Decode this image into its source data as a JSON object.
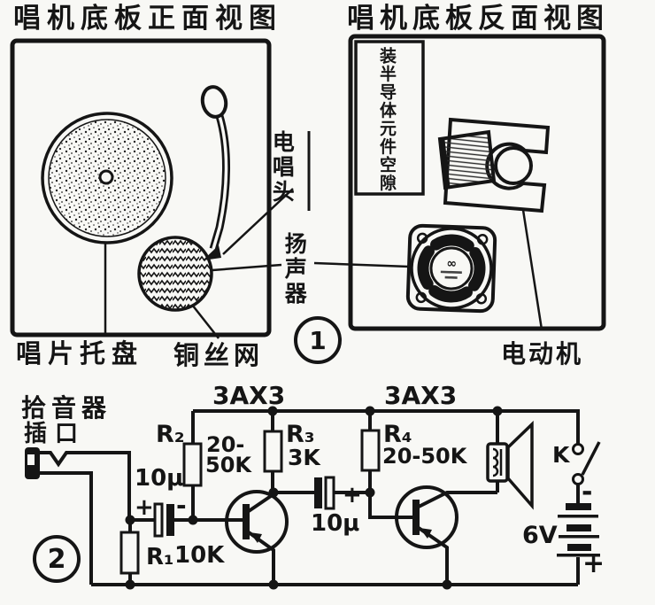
{
  "ink": "#151515",
  "paper": "#f8f8f5",
  "front_view": {
    "title": "唱机底板正面视图",
    "cartridge_label": "电唱头",
    "speaker_label": "扬声器",
    "record_tray_label": "唱片托盘",
    "copper_mesh_label": "铜丝网"
  },
  "back_view": {
    "title": "唱机底板反面视图",
    "vertical_note": "装半导体元件空隙",
    "motor_label": "电动机",
    "speaker_logo": "∞"
  },
  "figure_numbers": {
    "fig1": "1",
    "fig2": "2"
  },
  "circuit": {
    "input_label_line1": "拾音器",
    "input_label_line2": "插口",
    "transistor_type_1": "3AX3",
    "transistor_type_2": "3AX3",
    "r1": {
      "name": "R₁",
      "value": "10K"
    },
    "r2": {
      "name": "R₂",
      "value_line1": "20-",
      "value_line2": "50K"
    },
    "r3": {
      "name": "R₃",
      "value": "3K"
    },
    "r4": {
      "name": "R₄",
      "value": "20-50K"
    },
    "c1": {
      "value": "10μ",
      "plus": "+",
      "minus": "-"
    },
    "c2": {
      "value": "10μ",
      "plus": "+"
    },
    "switch_label": "K",
    "battery": {
      "voltage": "6V",
      "minus": "-",
      "plus": "+"
    }
  }
}
